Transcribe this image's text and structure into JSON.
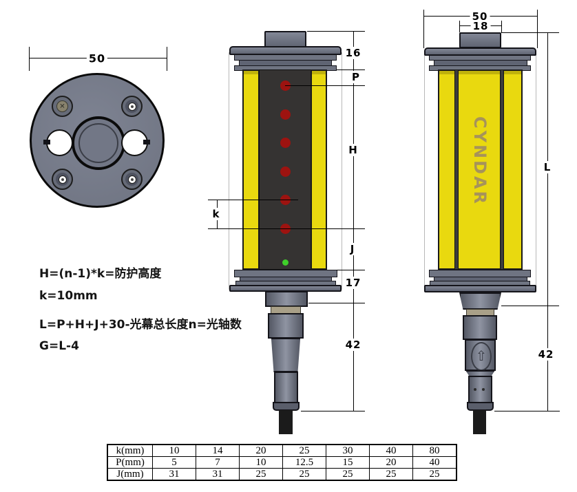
{
  "top_view": {
    "dim_width": "50"
  },
  "front_view": {
    "dim_cap_top": "16",
    "dim_p": "P",
    "dim_h": "H",
    "dim_k": "k",
    "dim_j": "J",
    "dim_cap_bottom": "17",
    "dim_connector": "42"
  },
  "side_view": {
    "dim_width": "50",
    "dim_block": "18",
    "dim_total": "L",
    "dim_connector": "42",
    "brand": "CYNDAR"
  },
  "icons": {
    "connector_arrow": "⇧",
    "phillips_screw": "✕"
  },
  "formulas": {
    "line1": "H=(n-1)*k=防护高度",
    "line2": "k=10mm",
    "line3": "L=P+H+J+30-光幕总长度n=光轴数",
    "line4": "G=L-4"
  },
  "spec_table": {
    "rows": [
      {
        "label": "k(mm)",
        "values": [
          "10",
          "14",
          "20",
          "25",
          "30",
          "40",
          "80"
        ]
      },
      {
        "label": "P(mm)",
        "values": [
          "5",
          "7",
          "10",
          "12.5",
          "15",
          "20",
          "40"
        ]
      },
      {
        "label": "J(mm)",
        "values": [
          "31",
          "31",
          "25",
          "25",
          "25",
          "25",
          "25"
        ]
      }
    ]
  },
  "colors": {
    "housing_yellow": "#e9d90f",
    "beam_red": "#9d1310",
    "power_green": "#3fd02a",
    "metal_gray": "#757a88",
    "connector_tan": "#a9a088",
    "brand_text": "#a6935a"
  }
}
